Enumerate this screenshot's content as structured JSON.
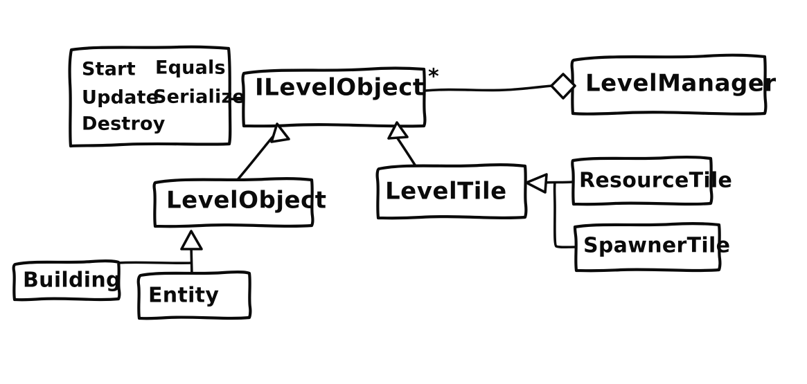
{
  "diagram": {
    "title": "ILevelObject class diagram",
    "style": "hand-drawn whiteboard sketch",
    "background_color": "#ffffff",
    "stroke_color": "#0a0a0a"
  },
  "methods_box": {
    "name": "interface-members",
    "rows": [
      {
        "left": "Start",
        "right": "Equals"
      },
      {
        "left": "Update",
        "right": "Serialize"
      },
      {
        "left": "Destroy",
        "right": ""
      }
    ]
  },
  "classes": {
    "ilevelobject": {
      "label": "ILevelObject"
    },
    "levelmanager": {
      "label": "LevelManager"
    },
    "levelobject": {
      "label": "LevelObject"
    },
    "leveltile": {
      "label": "LevelTile"
    },
    "resourcetile": {
      "label": "ResourceTile"
    },
    "spawnertile": {
      "label": "SpawnerTile"
    },
    "building": {
      "label": "Building"
    },
    "entity": {
      "label": "Entity"
    }
  },
  "relationships": {
    "aggregation_multiplicity": "*",
    "edges": [
      {
        "from": "LevelManager",
        "to": "ILevelObject",
        "type": "aggregation",
        "multiplicity": "*"
      },
      {
        "from": "LevelObject",
        "to": "ILevelObject",
        "type": "generalization"
      },
      {
        "from": "LevelTile",
        "to": "ILevelObject",
        "type": "generalization"
      },
      {
        "from": "Entity",
        "to": "LevelObject",
        "type": "generalization"
      },
      {
        "from": "Building",
        "to": "LevelObject",
        "type": "generalization"
      },
      {
        "from": "ResourceTile",
        "to": "LevelTile",
        "type": "generalization"
      },
      {
        "from": "SpawnerTile",
        "to": "LevelTile",
        "type": "generalization"
      }
    ]
  }
}
